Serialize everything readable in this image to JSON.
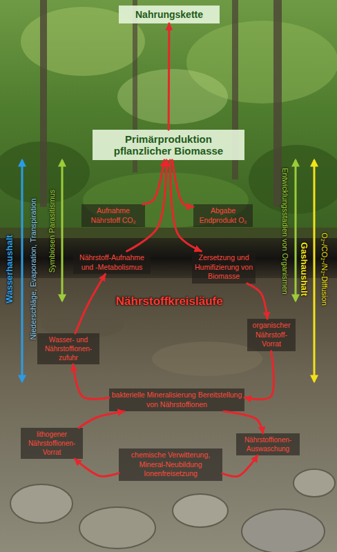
{
  "diagram": {
    "title": "Nährstoffkreisläufe",
    "nodes": [
      {
        "text": [
          "Nahrungskette"
        ]
      },
      {
        "text": [
          "Primärproduktion pflanzlicher Biomasse"
        ]
      },
      {
        "text": [
          "Aufnahme Nährstoff CO₂"
        ]
      },
      {
        "text": [
          "Abgabe Endprodukt O₂"
        ]
      },
      {
        "text": [
          "Nährstoff-Aufnahme und -Metabolismus"
        ]
      },
      {
        "text": [
          "Zersetzung und Humifizierung von Biomasse"
        ]
      },
      {
        "text": [
          "organischer Nährstoff-Vorrat"
        ]
      },
      {
        "text": [
          "Wasser- und Nährstoffionen-zufuhr"
        ]
      },
      {
        "text": [
          "bakterielle Mineralisierung Bereitstellung von Nährstoffionen"
        ]
      },
      {
        "text": [
          "lithogener Nährstoffionen-Vorrat"
        ]
      },
      {
        "text": [
          "Nährstoffionen-Auswaschung"
        ]
      },
      {
        "text": [
          "chemische Verwitterung, Mineral-Neubildung Ionenfreisetzung"
        ]
      }
    ],
    "edges": [
      {
        "from": 1,
        "to": 0,
        "arrow": "to"
      },
      {
        "from": 2,
        "to": 1,
        "arrow": "to"
      },
      {
        "from": 4,
        "to": 1,
        "arrow": "to"
      },
      {
        "from": 1,
        "to": 3,
        "arrow": "to"
      },
      {
        "from": 1,
        "to": 5,
        "arrow": "to"
      },
      {
        "from": 5,
        "to": 6,
        "arrow": "to"
      },
      {
        "from": 6,
        "to": 8,
        "arrow": "to"
      },
      {
        "from": 8,
        "to": 7,
        "arrow": "to"
      },
      {
        "from": 7,
        "to": 4,
        "arrow": "to"
      },
      {
        "from": 8,
        "to": 10,
        "arrow": "to"
      },
      {
        "from": 9,
        "to": 8,
        "arrow": "to"
      },
      {
        "from": 11,
        "to": 9,
        "arrow": "to"
      },
      {
        "from": 11,
        "to": 10,
        "arrow": "to"
      }
    ],
    "labels": [
      "Wasserhaushalt",
      "Niederschläge, Evaporation, Transpiration",
      "Symbiosen Parasitismus",
      "Entwicklungsstadien von Organismen",
      "Gashaushalt",
      "O₂-/CO₂-/N₂-Diffusion"
    ]
  }
}
